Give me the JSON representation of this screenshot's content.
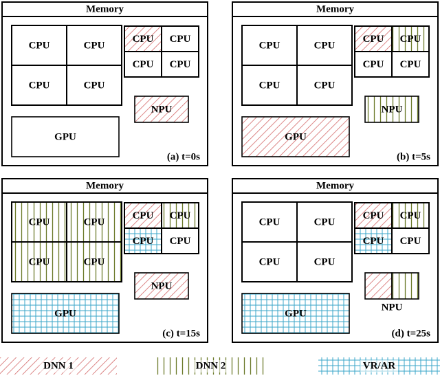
{
  "colors": {
    "dnn1": "#d46a6a",
    "dnn2": "#6b7a2a",
    "vrar": "#3aa6c8",
    "outline": "#000000"
  },
  "panels": [
    {
      "id": "a",
      "memory_label": "Memory",
      "big_cpu_label": "CPU",
      "small_cpu_label": "CPU",
      "npu_label": "NPU",
      "gpu_label": "GPU",
      "caption": "(a) t=0s",
      "fills": {
        "big_cpu": [
          "none",
          "none",
          "none",
          "none"
        ],
        "small_cpu": [
          "dnn1",
          "none",
          "none",
          "none"
        ],
        "npu": [
          "dnn1"
        ],
        "gpu": "none"
      }
    },
    {
      "id": "b",
      "memory_label": "Memory",
      "big_cpu_label": "CPU",
      "small_cpu_label": "CPU",
      "npu_label": "NPU",
      "gpu_label": "GPU",
      "caption": "(b) t=5s",
      "fills": {
        "big_cpu": [
          "none",
          "none",
          "none",
          "none"
        ],
        "small_cpu": [
          "dnn1",
          "dnn2",
          "none",
          "none"
        ],
        "npu": [
          "dnn2"
        ],
        "gpu": "dnn1"
      }
    },
    {
      "id": "c",
      "memory_label": "Memory",
      "big_cpu_label": "CPU",
      "small_cpu_label": "CPU",
      "npu_label": "NPU",
      "gpu_label": "GPU",
      "caption": "(c) t=15s",
      "fills": {
        "big_cpu": [
          "dnn2",
          "dnn2",
          "dnn2",
          "dnn2"
        ],
        "small_cpu": [
          "dnn1",
          "dnn2",
          "vrar",
          "none"
        ],
        "npu": [
          "dnn1"
        ],
        "gpu": "vrar"
      }
    },
    {
      "id": "d",
      "memory_label": "Memory",
      "big_cpu_label": "CPU",
      "small_cpu_label": "CPU",
      "npu_label": "NPU",
      "gpu_label": "GPU",
      "caption": "(d) t=25s",
      "fills": {
        "big_cpu": [
          "none",
          "none",
          "none",
          "none"
        ],
        "small_cpu": [
          "dnn1",
          "dnn2",
          "vrar",
          "none"
        ],
        "npu": [
          "dnn1",
          "dnn2"
        ],
        "gpu": "vrar"
      }
    }
  ],
  "legend": [
    {
      "key": "dnn1",
      "label": "DNN 1"
    },
    {
      "key": "dnn2",
      "label": "DNN 2"
    },
    {
      "key": "vrar",
      "label": "VR/AR"
    }
  ]
}
